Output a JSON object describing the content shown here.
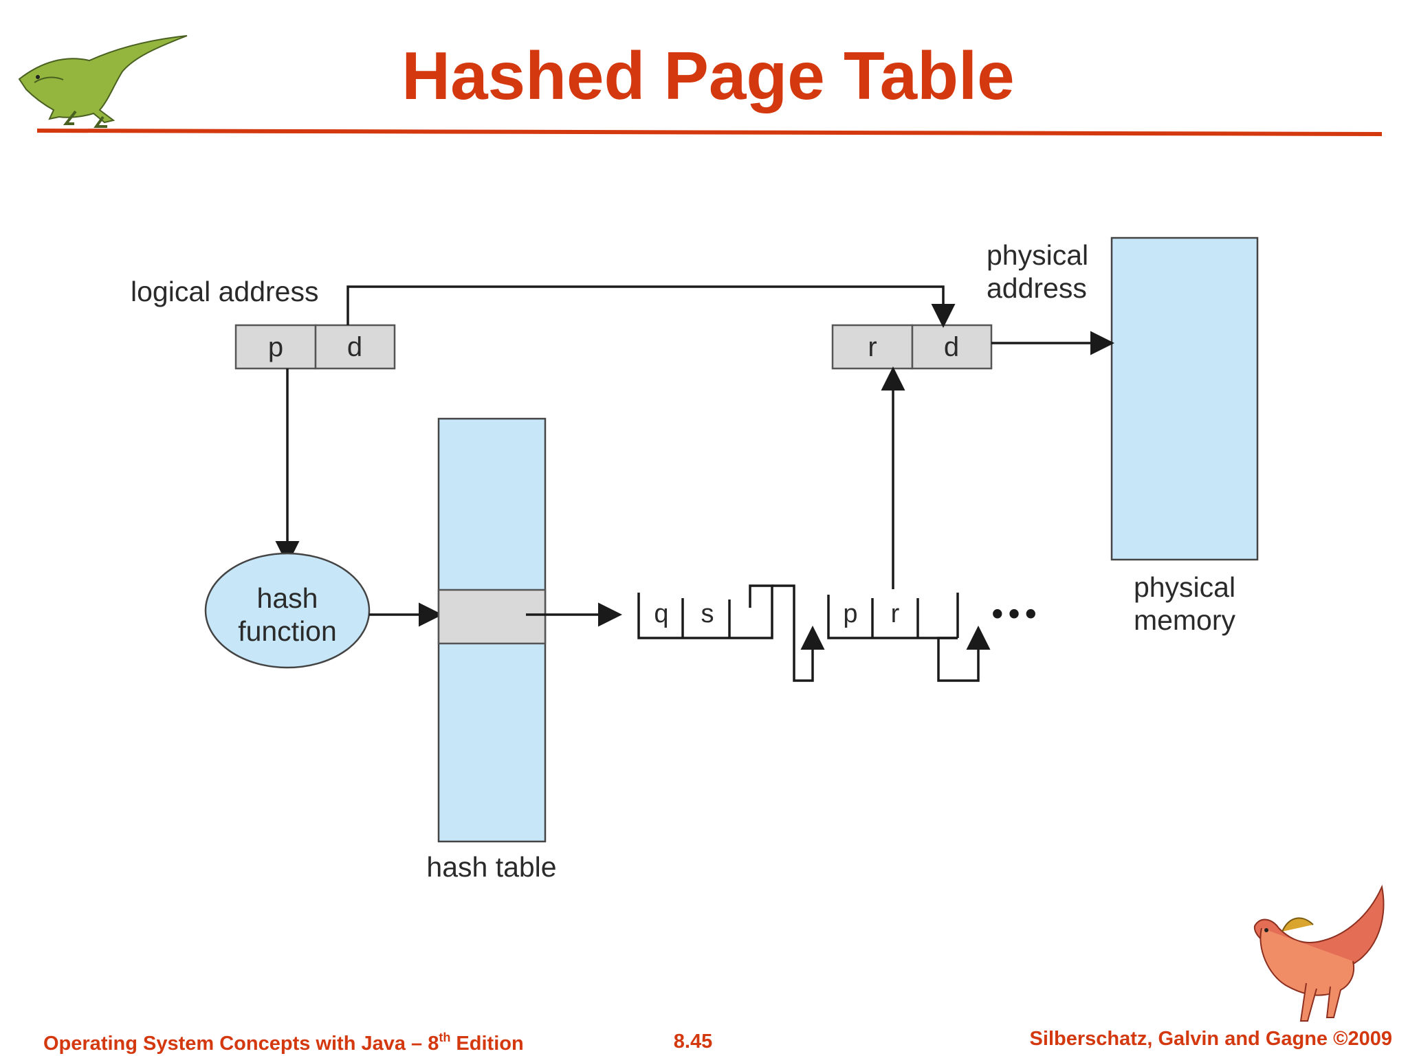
{
  "title": "Hashed Page Table",
  "colors": {
    "accent": "#d4380f",
    "memory_fill": "#c7e7f8",
    "register_fill": "#d9d9d9"
  },
  "diagram": {
    "logical_address_label": "logical address",
    "logical_address_cells": [
      "p",
      "d"
    ],
    "physical_address_label_line1": "physical",
    "physical_address_label_line2": "address",
    "physical_address_cells": [
      "r",
      "d"
    ],
    "hash_function_line1": "hash",
    "hash_function_line2": "function",
    "hash_table_label": "hash table",
    "chain_entries": [
      {
        "page": "q",
        "frame": "s"
      },
      {
        "page": "p",
        "frame": "r"
      }
    ],
    "chain_continuation": "•••",
    "physical_memory_line1": "physical",
    "physical_memory_line2": "memory"
  },
  "footer": {
    "left_main": "Operating System Concepts  with Java – 8",
    "left_sup": "th",
    "left_tail": " Edition",
    "center": "8.45",
    "right": "Silberschatz, Galvin and Gagne ©2009"
  },
  "icons": {
    "top_left": "green-dinosaur-icon",
    "bottom_right": "red-dinosaur-icon"
  }
}
